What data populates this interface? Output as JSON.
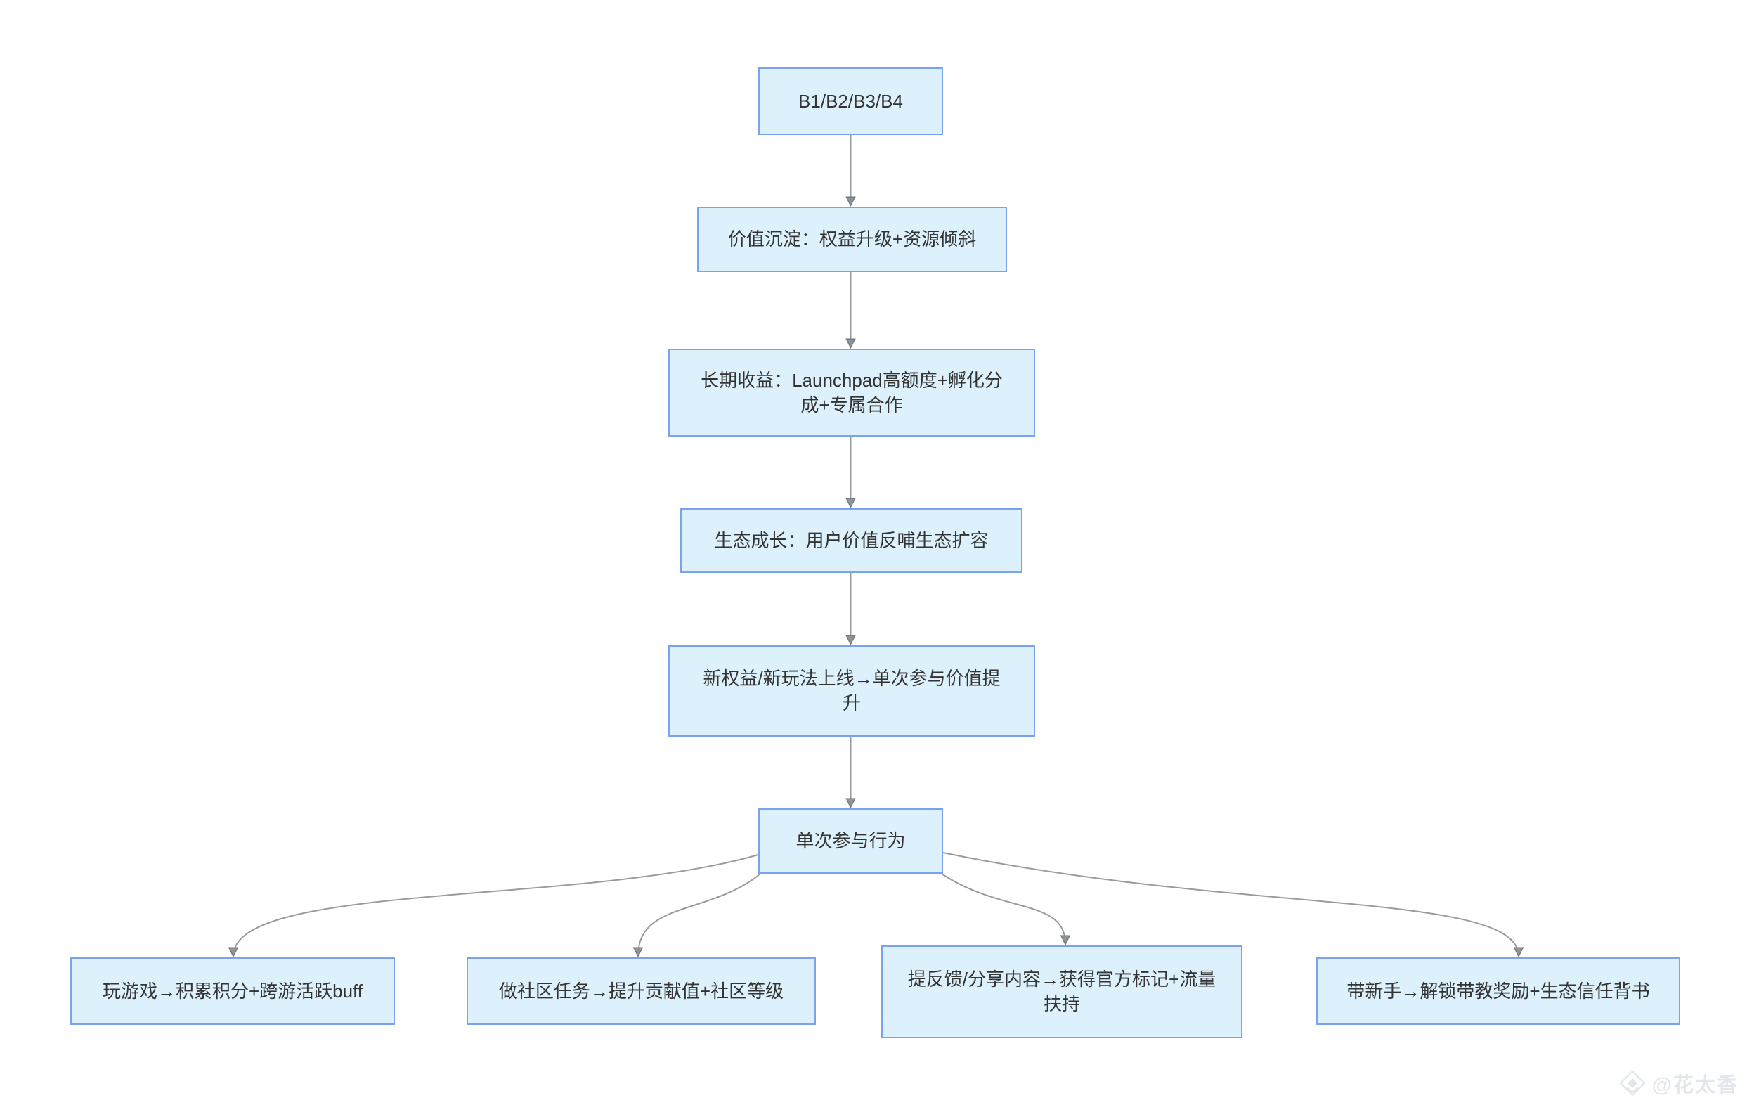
{
  "diagram": {
    "type": "flowchart",
    "nodes": {
      "tiers": {
        "label": "B1/B2/B3/B4"
      },
      "value_settle": {
        "label": "价值沉淀：权益升级+资源倾斜"
      },
      "long_term": {
        "label": "长期收益：Launchpad高额度+孵化分成+专属合作"
      },
      "eco_growth": {
        "label": "生态成长：用户价值反哺生态扩容"
      },
      "new_benefits": {
        "label": "新权益/新玩法上线→单次参与价值提升"
      },
      "single_action": {
        "label": "单次参与行为"
      },
      "play_games": {
        "label": "玩游戏→积累积分+跨游活跃buff"
      },
      "community_tasks": {
        "label": "做社区任务→提升贡献值+社区等级"
      },
      "feedback_share": {
        "label": "提反馈/分享内容→获得官方标记+流量扶持"
      },
      "mentor_newbies": {
        "label": "带新手→解锁带教奖励+生态信任背书"
      }
    },
    "edges": [
      {
        "from": "tiers",
        "to": "value_settle"
      },
      {
        "from": "value_settle",
        "to": "long_term"
      },
      {
        "from": "long_term",
        "to": "eco_growth"
      },
      {
        "from": "eco_growth",
        "to": "new_benefits"
      },
      {
        "from": "new_benefits",
        "to": "single_action"
      },
      {
        "from": "single_action",
        "to": "play_games"
      },
      {
        "from": "single_action",
        "to": "community_tasks"
      },
      {
        "from": "single_action",
        "to": "feedback_share"
      },
      {
        "from": "single_action",
        "to": "mentor_newbies"
      }
    ]
  },
  "watermark": {
    "handle": "@花太香",
    "icon": "gem-icon"
  },
  "colors": {
    "node_fill": "#ddf1fc",
    "node_border": "#7aa3ef",
    "edge": "#9b9b9b",
    "arrowhead_fill": "#8f9499",
    "arrowhead_stroke": "#6f747a",
    "text": "#333333",
    "watermark": "#e3e7ec",
    "background": "#ffffff"
  }
}
